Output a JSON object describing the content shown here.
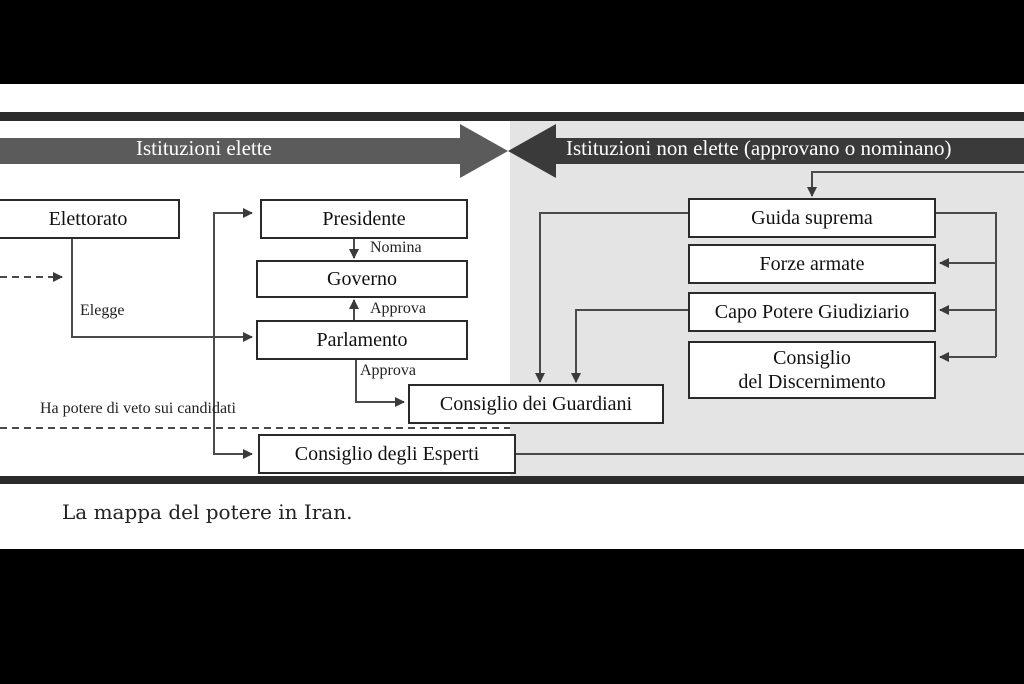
{
  "banners": {
    "elected": "Istituzioni elette",
    "non_elected": "Istituzioni non elette (approvano o nominano)"
  },
  "boxes": {
    "elettorato": "Elettorato",
    "presidente": "Presidente",
    "governo": "Governo",
    "parlamento": "Parlamento",
    "guardiani": "Consiglio dei Guardiani",
    "esperti": "Consiglio degli Esperti",
    "guida": "Guida suprema",
    "forze": "Forze armate",
    "capo": "Capo Potere Giudiziario",
    "discernimento_line1": "Consiglio",
    "discernimento_line2": "del Discernimento"
  },
  "labels": {
    "elegge": "Elegge",
    "nomina": "Nomina",
    "approva_governo": "Approva",
    "approva_guardiani": "Approva",
    "veto": "Ha potere di veto sui candidati"
  },
  "caption": "La mappa del potere in Iran.",
  "colors": {
    "banner": "#5b5b5b",
    "non_elected_bg": "#e4e4e4",
    "line": "#4a4a4a",
    "background": "#000000"
  }
}
